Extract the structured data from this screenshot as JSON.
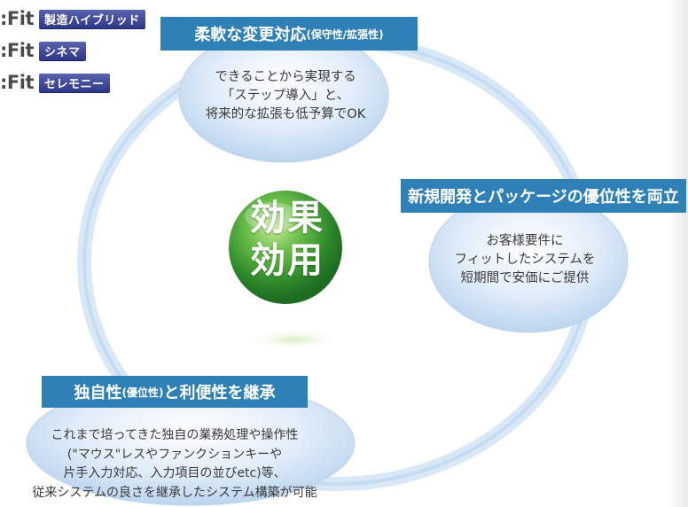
{
  "products": [
    {
      "name": ":Fit",
      "badge": "製造ハイブリッド"
    },
    {
      "name": ":Fit",
      "badge": "シネマ"
    },
    {
      "name": ":Fit",
      "badge": "セレモニー"
    }
  ],
  "center": {
    "line1": "効果",
    "line2": "効用"
  },
  "top": {
    "title": "柔軟な変更対応",
    "title_small": "(保守性/拡張性)",
    "lines": [
      "できることから実現する",
      "「ステップ導入」と、",
      "将来的な拡張も低予算でOK"
    ]
  },
  "right": {
    "title": "新規開発とパッケージの優位性を両立",
    "lines": [
      "お客様要件に",
      "フィットしたシステムを",
      "短期間で安価にご提供"
    ]
  },
  "bottom": {
    "title_a": "独自性",
    "title_small": "(優位性)",
    "title_b": "と利便性を継承",
    "lines": [
      "これまで培ってきた独自の業務処理や操作性",
      "(\"マウス\"レスやファンクションキーや",
      "片手入力対応、入力項目の並びetc)等、",
      "従来システムの良さを継承したシステム構築が可能"
    ]
  },
  "colors": {
    "banner": "#2f80b7",
    "sphere": "#3e9a3a",
    "badge": "#2e3688",
    "ring": "#cfe2f4"
  }
}
